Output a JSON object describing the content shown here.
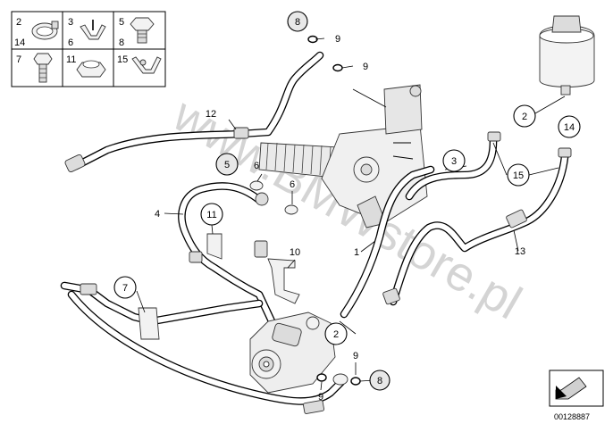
{
  "legend": {
    "cells": [
      {
        "labels": [
          "2",
          "14"
        ],
        "icon": "hose-clamp-icon"
      },
      {
        "labels": [
          "3",
          "6"
        ],
        "icon": "bracket-clip-icon"
      },
      {
        "labels": [
          "5",
          "8"
        ],
        "icon": "banjo-bolt-icon"
      },
      {
        "labels": [
          "7"
        ],
        "icon": "hex-bolt-icon"
      },
      {
        "labels": [
          "11"
        ],
        "icon": "hex-nut-icon"
      },
      {
        "labels": [
          "15"
        ],
        "icon": "hose-clip-icon"
      }
    ]
  },
  "callouts": {
    "c1": "1",
    "c2a": "2",
    "c2b": "2",
    "c3": "3",
    "c4": "4",
    "c5": "5",
    "c6a": "6",
    "c6b": "6",
    "c7": "7",
    "c8a": "8",
    "c8b": "8",
    "c9a": "9",
    "c9b": "9",
    "c9c": "9",
    "c9d": "9",
    "c10": "10",
    "c11": "11",
    "c12": "12",
    "c13": "13",
    "c14": "14",
    "c15": "15"
  },
  "watermark": "www.BMWstore.pl",
  "footer": {
    "code": "00128887",
    "icon": "view-direction-arrow-icon"
  }
}
